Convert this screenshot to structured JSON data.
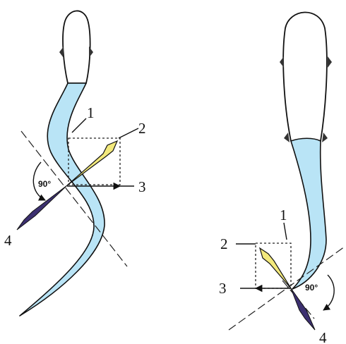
{
  "diagrams": [
    {
      "labels": {
        "l1": "1",
        "l2": "2",
        "l3": "3",
        "l4": "4",
        "angle": "90°"
      },
      "colors": {
        "body": "#b9e4f6",
        "force_yellow": "#f3e97c",
        "force_purple": "#3c3070"
      }
    },
    {
      "labels": {
        "l1": "1",
        "l2": "2",
        "l3": "3",
        "l4": "4",
        "angle": "90°"
      },
      "colors": {
        "body": "#b9e4f6",
        "force_yellow": "#f3e97c",
        "force_purple": "#3c3070"
      }
    }
  ]
}
